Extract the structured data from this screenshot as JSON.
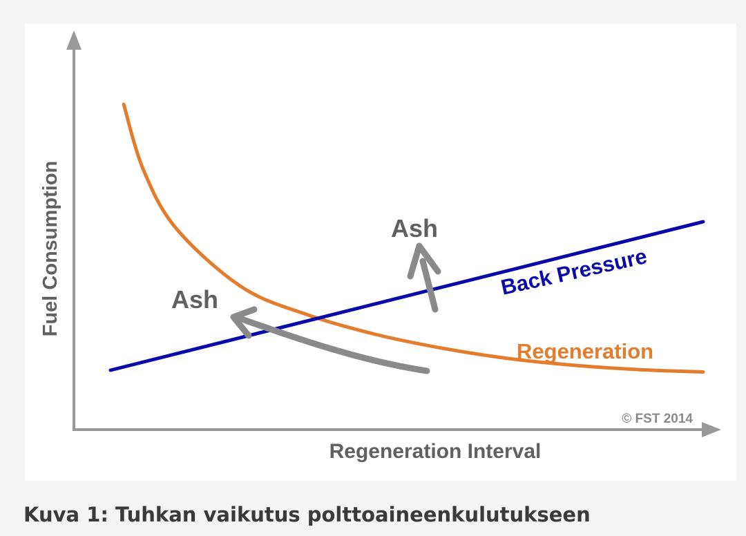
{
  "chart_data": {
    "type": "line",
    "xlabel": "Regeneration Interval",
    "ylabel": "Fuel Consumption",
    "series": [
      {
        "name": "Regeneration",
        "color": "#e37c2d",
        "x": [
          1.2,
          1.5,
          2,
          3,
          4,
          5,
          6,
          7,
          8,
          9,
          10
        ],
        "y": [
          9.5,
          7.6,
          5.9,
          4.2,
          3.4,
          2.85,
          2.45,
          2.15,
          1.95,
          1.82,
          1.75
        ]
      },
      {
        "name": "Back Pressure",
        "color": "#0a0aa8",
        "x": [
          1,
          10
        ],
        "y": [
          1.8,
          6.1
        ]
      }
    ],
    "annotations": [
      {
        "label": "Ash",
        "color": "#888888"
      },
      {
        "label": "Ash",
        "color": "#888888"
      }
    ],
    "copyright": "© FST 2014"
  },
  "caption": "Kuva 1: Tuhkan vaikutus polttoaineenkulutukseen"
}
